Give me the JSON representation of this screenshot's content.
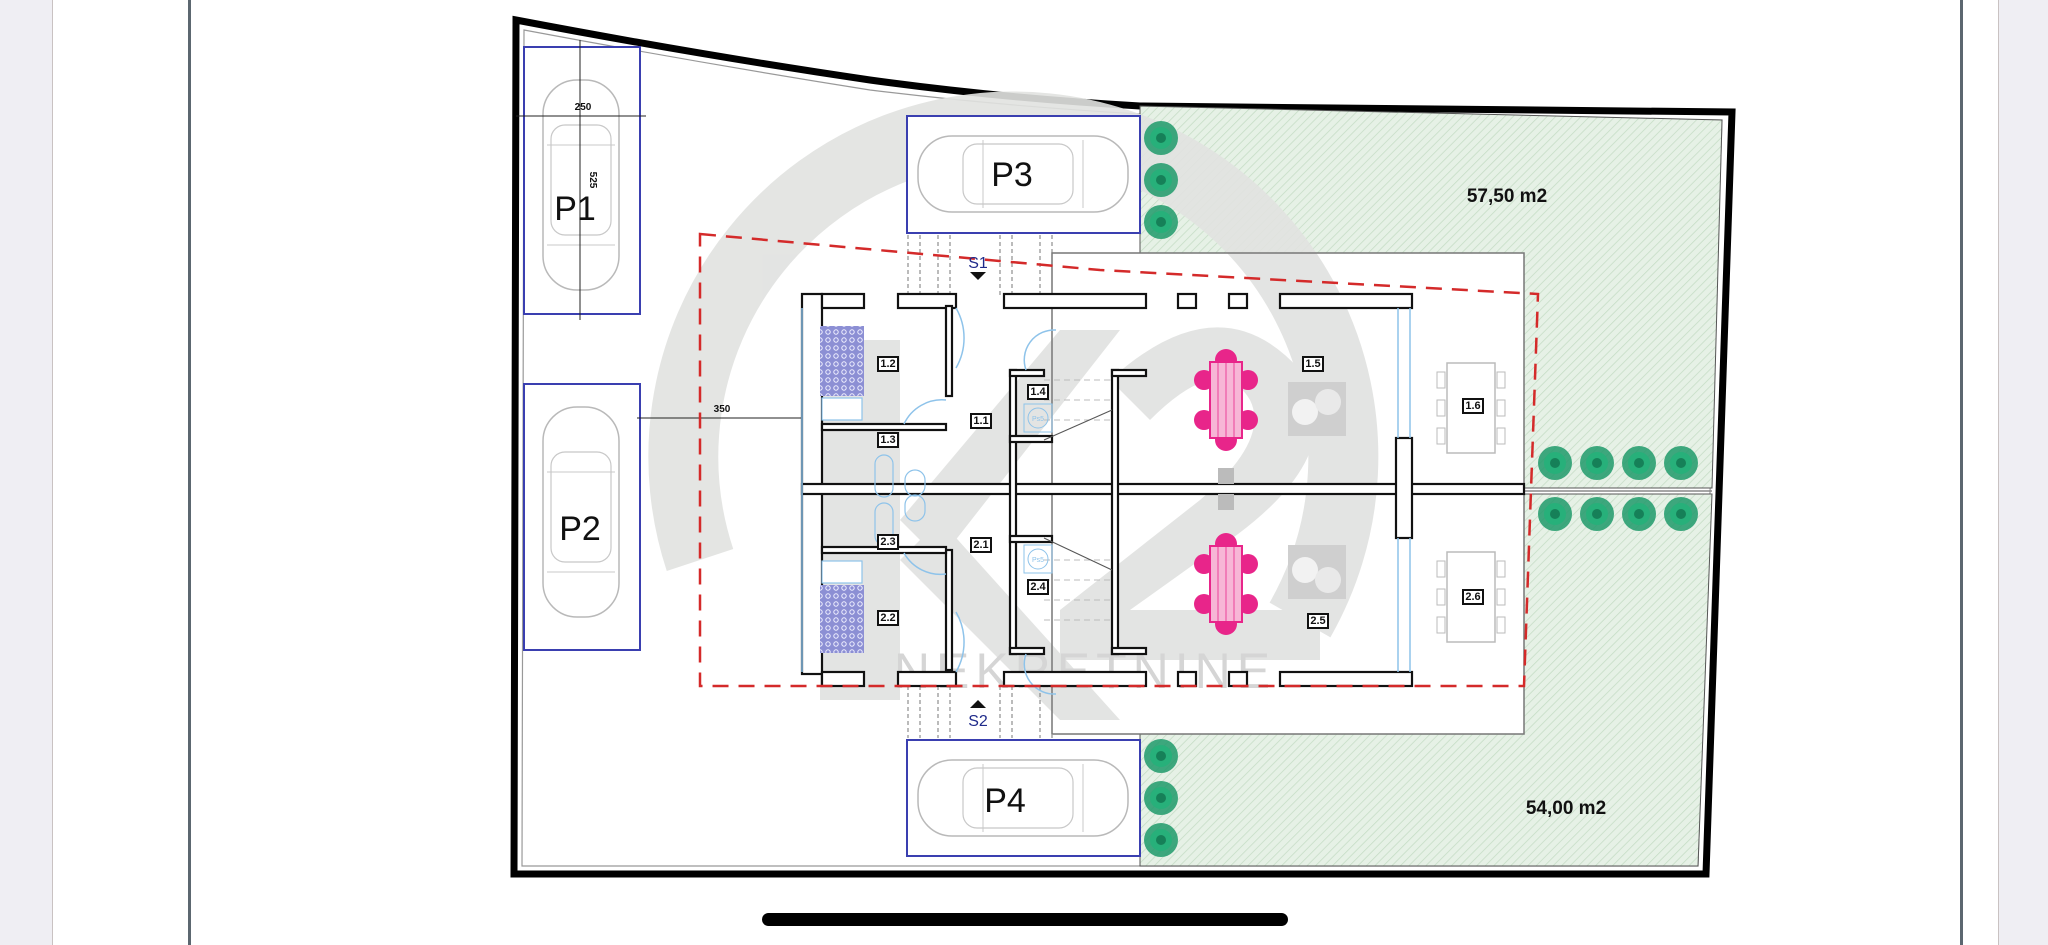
{
  "document": {
    "type": "site-floor-plan",
    "watermark": {
      "logo": "K2",
      "text": "NEKRETNINE"
    }
  },
  "parking": [
    {
      "id": "p1",
      "label": "P1"
    },
    {
      "id": "p2",
      "label": "P2"
    },
    {
      "id": "p3",
      "label": "P3"
    },
    {
      "id": "p4",
      "label": "P4"
    }
  ],
  "dimensions": {
    "width": "250",
    "length": "525",
    "setback": "350"
  },
  "sections": {
    "s1": "S1",
    "s2": "S2"
  },
  "gardens": [
    {
      "id": "garden-north",
      "area": "57,50 m2"
    },
    {
      "id": "garden-south",
      "area": "54,00 m2"
    }
  ],
  "rooms": {
    "unit1": [
      "1.1",
      "1.2",
      "1.3",
      "1.4",
      "1.5",
      "1.6"
    ],
    "unit2": [
      "2.1",
      "2.2",
      "2.3",
      "2.4",
      "2.5",
      "2.6"
    ]
  },
  "symbols": {
    "ps_label": "Ps5"
  },
  "colors": {
    "parking_outline": "#3a3fb0",
    "building_line": "#d42a2a",
    "garden_fill": "#e6f1e6",
    "tree": "#1e9a6a",
    "dining": "#e8258a",
    "watermark": "#dcdcdc"
  }
}
